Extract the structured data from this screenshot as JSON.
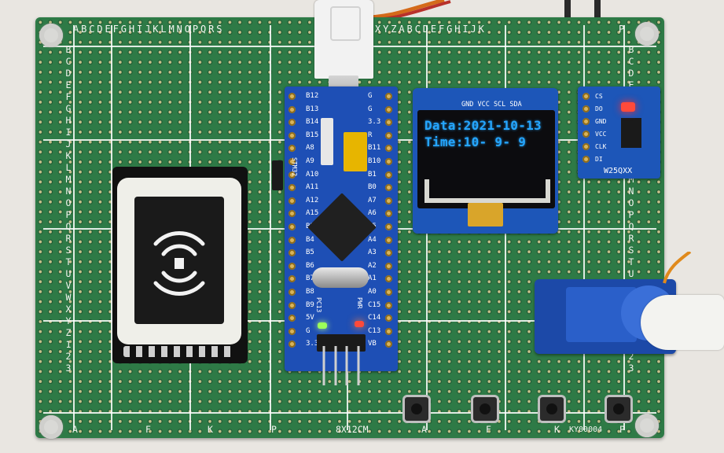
{
  "board": {
    "top_row_labels": "ABCDEFGHIJKLMNOPQRS",
    "top_row_labels_2": "XYZABCDEFGHIJK",
    "top_row_end": "P",
    "left_col_labels": "BCDEFGHIJKLMNOPQRSTUVWXYZ123",
    "right_col_labels": "BCDEFGHIJKLMNOPQRSTUVWXYZ123",
    "bottom_labels": [
      "A",
      "F",
      "K",
      "P",
      "8X12CM",
      "A",
      "F",
      "K",
      "KY00004",
      "P"
    ]
  },
  "oled": {
    "line1": "Data:2021-10-13",
    "line2": "Time:10- 9- 9",
    "pin_labels": "GND VCC SCL SDA",
    "text_color": "#25a6ff"
  },
  "mcu_board": {
    "pins_left": [
      "B12",
      "B13",
      "B14",
      "B15",
      "A8",
      "A9",
      "A10",
      "A11",
      "A12",
      "A15",
      "B3",
      "B4",
      "B5",
      "B6",
      "B7",
      "B8",
      "B9",
      "5V",
      "G",
      "3.3"
    ],
    "pins_right": [
      "G",
      "G",
      "3.3",
      "R",
      "B11",
      "B10",
      "B1",
      "B0",
      "A7",
      "A6",
      "A5",
      "A4",
      "A3",
      "A2",
      "A1",
      "A0",
      "C15",
      "C14",
      "C13",
      "VB"
    ],
    "silk_left": "STM32",
    "silk_pc13": "PC13",
    "silk_pwr": "PWR"
  },
  "flash_module": {
    "label": "W25QXX",
    "pins": [
      "CS",
      "DO",
      "GND",
      "VCC",
      "CLK",
      "DI"
    ]
  },
  "colors": {
    "pcb_green": "#2e7a46",
    "mcu_blue": "#1e4fb5",
    "oled_blue": "#1d56b8",
    "led_green": "#9cff5a",
    "led_red": "#ff4a3a"
  }
}
